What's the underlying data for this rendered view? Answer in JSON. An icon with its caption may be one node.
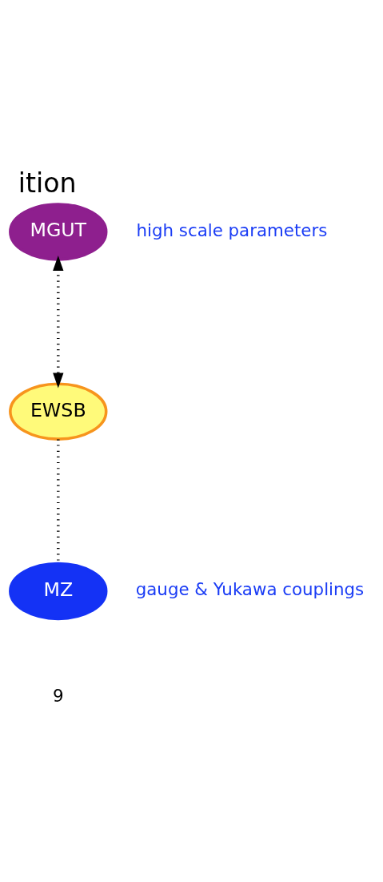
{
  "diagram": {
    "title": "ition",
    "nodes": [
      {
        "text": [
          "MGUT"
        ],
        "beside": [
          "high scale parameters"
        ]
      },
      {
        "text": [
          "EWSB"
        ]
      },
      {
        "text": [
          "MZ"
        ],
        "beside": [
          "gauge & Yukawa couplings"
        ]
      }
    ],
    "edges": [
      {
        "from": 0,
        "to": 1,
        "arrow": "both",
        "style": "dashed"
      },
      {
        "from": 1,
        "to": 2,
        "arrow": "none",
        "style": "dashed"
      }
    ],
    "labels": [
      "9"
    ]
  }
}
